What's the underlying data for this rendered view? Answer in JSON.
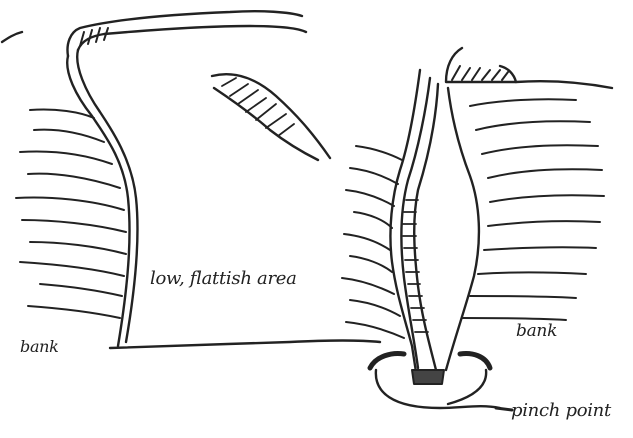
{
  "labels": {
    "center_area": "low, flattish area",
    "bank_left": "bank",
    "bank_right": "bank",
    "pinch_point": "pinch point"
  },
  "colors": {
    "ink": "#222222",
    "background": "#ffffff"
  }
}
